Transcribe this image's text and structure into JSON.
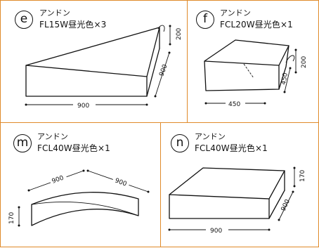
{
  "panels": [
    {
      "id": "e",
      "label": "e",
      "brand": "アンドン",
      "spec": "FL15W昼光色×3",
      "dims": {
        "width": "900",
        "depth": "900",
        "height": "200"
      }
    },
    {
      "id": "f",
      "label": "f",
      "brand": "アンドン",
      "spec": "FCL20W昼光色×1",
      "dims": {
        "width": "450",
        "depth": "450",
        "height": "200"
      }
    },
    {
      "id": "m",
      "label": "m",
      "brand": "アンドン",
      "spec": "FCL40W昼光色×1",
      "dims": {
        "radius_a": "900",
        "radius_b": "900",
        "height": "170"
      }
    },
    {
      "id": "n",
      "label": "n",
      "brand": "アンドン",
      "spec": "FCL40W昼光色×1",
      "dims": {
        "width": "900",
        "depth": "900",
        "height": "170"
      }
    }
  ],
  "colors": {
    "frame": "#e08a2a",
    "line": "#111111"
  }
}
